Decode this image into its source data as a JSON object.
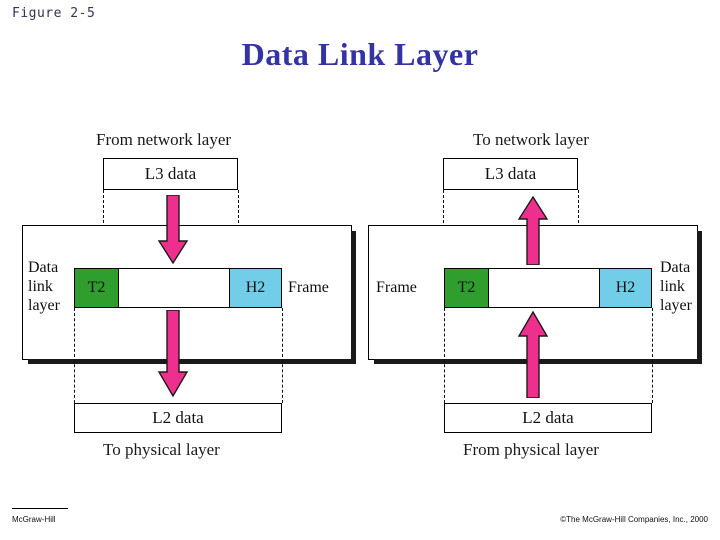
{
  "header": {
    "figure_label": "Figure  2-5",
    "title": "Data Link Layer",
    "title_color": "#3333a3"
  },
  "footer": {
    "left": "McGraw-Hill",
    "right": "©The McGraw-Hill Companies, Inc., 2000"
  },
  "palette": {
    "trailer_green": "#2f9e2f",
    "header_blue": "#71cde8",
    "arrow_pink": "#ef2f8e",
    "line_black": "#111111",
    "shadow": "#1a1a1a"
  },
  "diagrams": [
    {
      "id": "sending",
      "top_caption": "From network layer",
      "bottom_caption": "To physical layer",
      "l3_label": "L3 data",
      "l2_label": "L2 data",
      "layer_label": "Data link layer",
      "frame_label": "Frame",
      "layer_label_side": "left",
      "frame_label_side": "right",
      "trailer_cell": "T2",
      "header_cell": "H2",
      "arrow_direction": "down",
      "arrow_upper_name": "arrow-down-encapsulate",
      "arrow_lower_name": "arrow-down-to-physical"
    },
    {
      "id": "receiving",
      "top_caption": "To network layer",
      "bottom_caption": "From physical layer",
      "l3_label": "L3 data",
      "l2_label": "L2 data",
      "layer_label": "Data link layer",
      "frame_label": "Frame",
      "layer_label_side": "right",
      "frame_label_side": "left",
      "trailer_cell": "T2",
      "header_cell": "H2",
      "arrow_direction": "up",
      "arrow_upper_name": "arrow-up-decapsulate",
      "arrow_lower_name": "arrow-up-from-physical"
    }
  ]
}
